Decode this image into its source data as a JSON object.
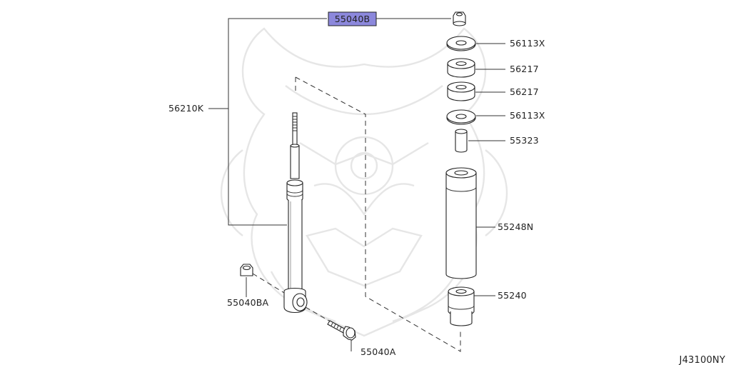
{
  "diagram": {
    "ref_code": "J43100NY",
    "highlight_color": "#8c88dc",
    "labels": {
      "p55040B": "55040B",
      "p56113X_top": "56113X",
      "p56217_upper": "56217",
      "p56217_lower": "56217",
      "p56113X_bottom": "56113X",
      "p55323": "55323",
      "p55248N": "55248N",
      "p55240": "55240",
      "p56210K": "56210K",
      "p55040BA": "55040BA",
      "p55040A": "55040A"
    }
  }
}
